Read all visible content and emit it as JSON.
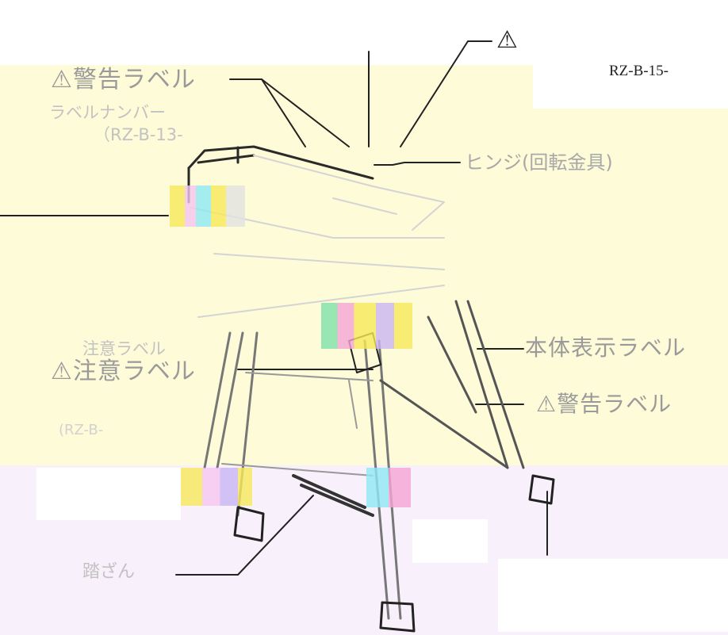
{
  "code": "RZ-B-15-",
  "labels": {
    "warning_top": "⚠",
    "warning_label_1": "⚠警告ラベル",
    "label_number": "ラベルナンバー",
    "label_number_code": "（RZ-B-13-",
    "hinge": "ヒンジ(回転金具)",
    "caution_label_title": "注意ラベル",
    "caution_label": "⚠注意ラベル",
    "caution_label_code": "(RZ-B-",
    "body_display_label": "本体表示ラベル",
    "warning_label_2": "⚠警告ラベル",
    "step": "踏ざん"
  },
  "colors": {
    "band_yellow": "#fdfbd8",
    "band_pink": "#f8f1fb",
    "line_dark": "#1a1a1a",
    "line_light": "#cfcfcf"
  }
}
